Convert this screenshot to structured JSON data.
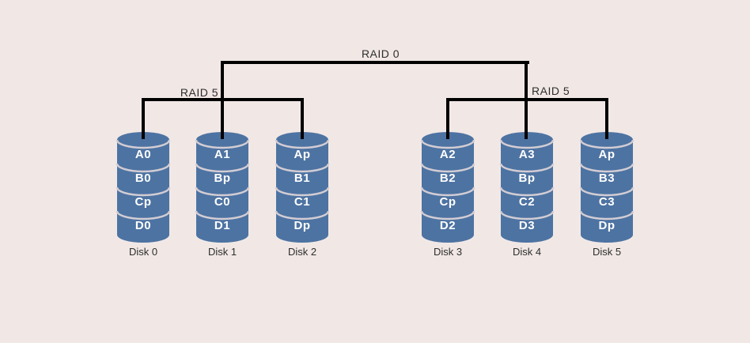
{
  "diagram": {
    "raid0_label": "RAID 0",
    "raid5_left_label": "RAID 5",
    "raid5_right_label": "RAID 5",
    "colors": {
      "background": "#f1e8e6",
      "disk_fill": "#4d73a2",
      "separator_arc": "#d3cdd4",
      "connector_line": "#000000",
      "label_text": "#2d2d2d",
      "segment_text": "#ffffff"
    },
    "disks": [
      {
        "name": "Disk 0",
        "segments": [
          "A0",
          "B0",
          "Cp",
          "D0"
        ]
      },
      {
        "name": "Disk 1",
        "segments": [
          "A1",
          "Bp",
          "C0",
          "D1"
        ]
      },
      {
        "name": "Disk 2",
        "segments": [
          "Ap",
          "B1",
          "C1",
          "Dp"
        ]
      },
      {
        "name": "Disk 3",
        "segments": [
          "A2",
          "B2",
          "Cp",
          "D2"
        ]
      },
      {
        "name": "Disk 4",
        "segments": [
          "A3",
          "Bp",
          "C2",
          "D3"
        ]
      },
      {
        "name": "Disk 5",
        "segments": [
          "Ap",
          "B3",
          "C3",
          "Dp"
        ]
      }
    ]
  }
}
